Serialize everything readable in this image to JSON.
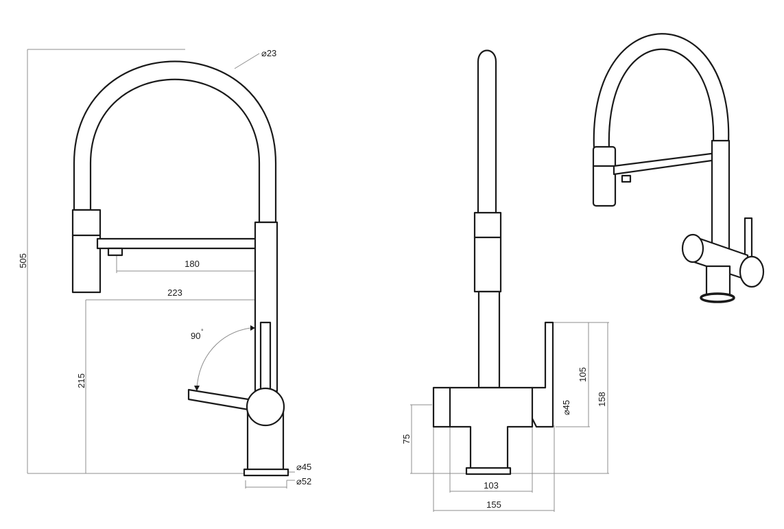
{
  "dimensions": {
    "hose_diameter": "⌀23",
    "total_height": "505",
    "spray_reach": "180",
    "spout_reach": "223",
    "rotation_angle": "90",
    "rotation_unit": "°",
    "base_height": "215",
    "base_diameter_45": "⌀45",
    "base_diameter_52": "⌀52",
    "side_lever_height": "105",
    "side_lever_diameter": "⌀45",
    "side_total_height": "158",
    "side_body_height": "75",
    "side_body_width": "103",
    "side_total_width": "155"
  },
  "colors": {
    "line": "#1a1a1a",
    "dimension_line": "#8c8c8c",
    "background": "#ffffff"
  }
}
